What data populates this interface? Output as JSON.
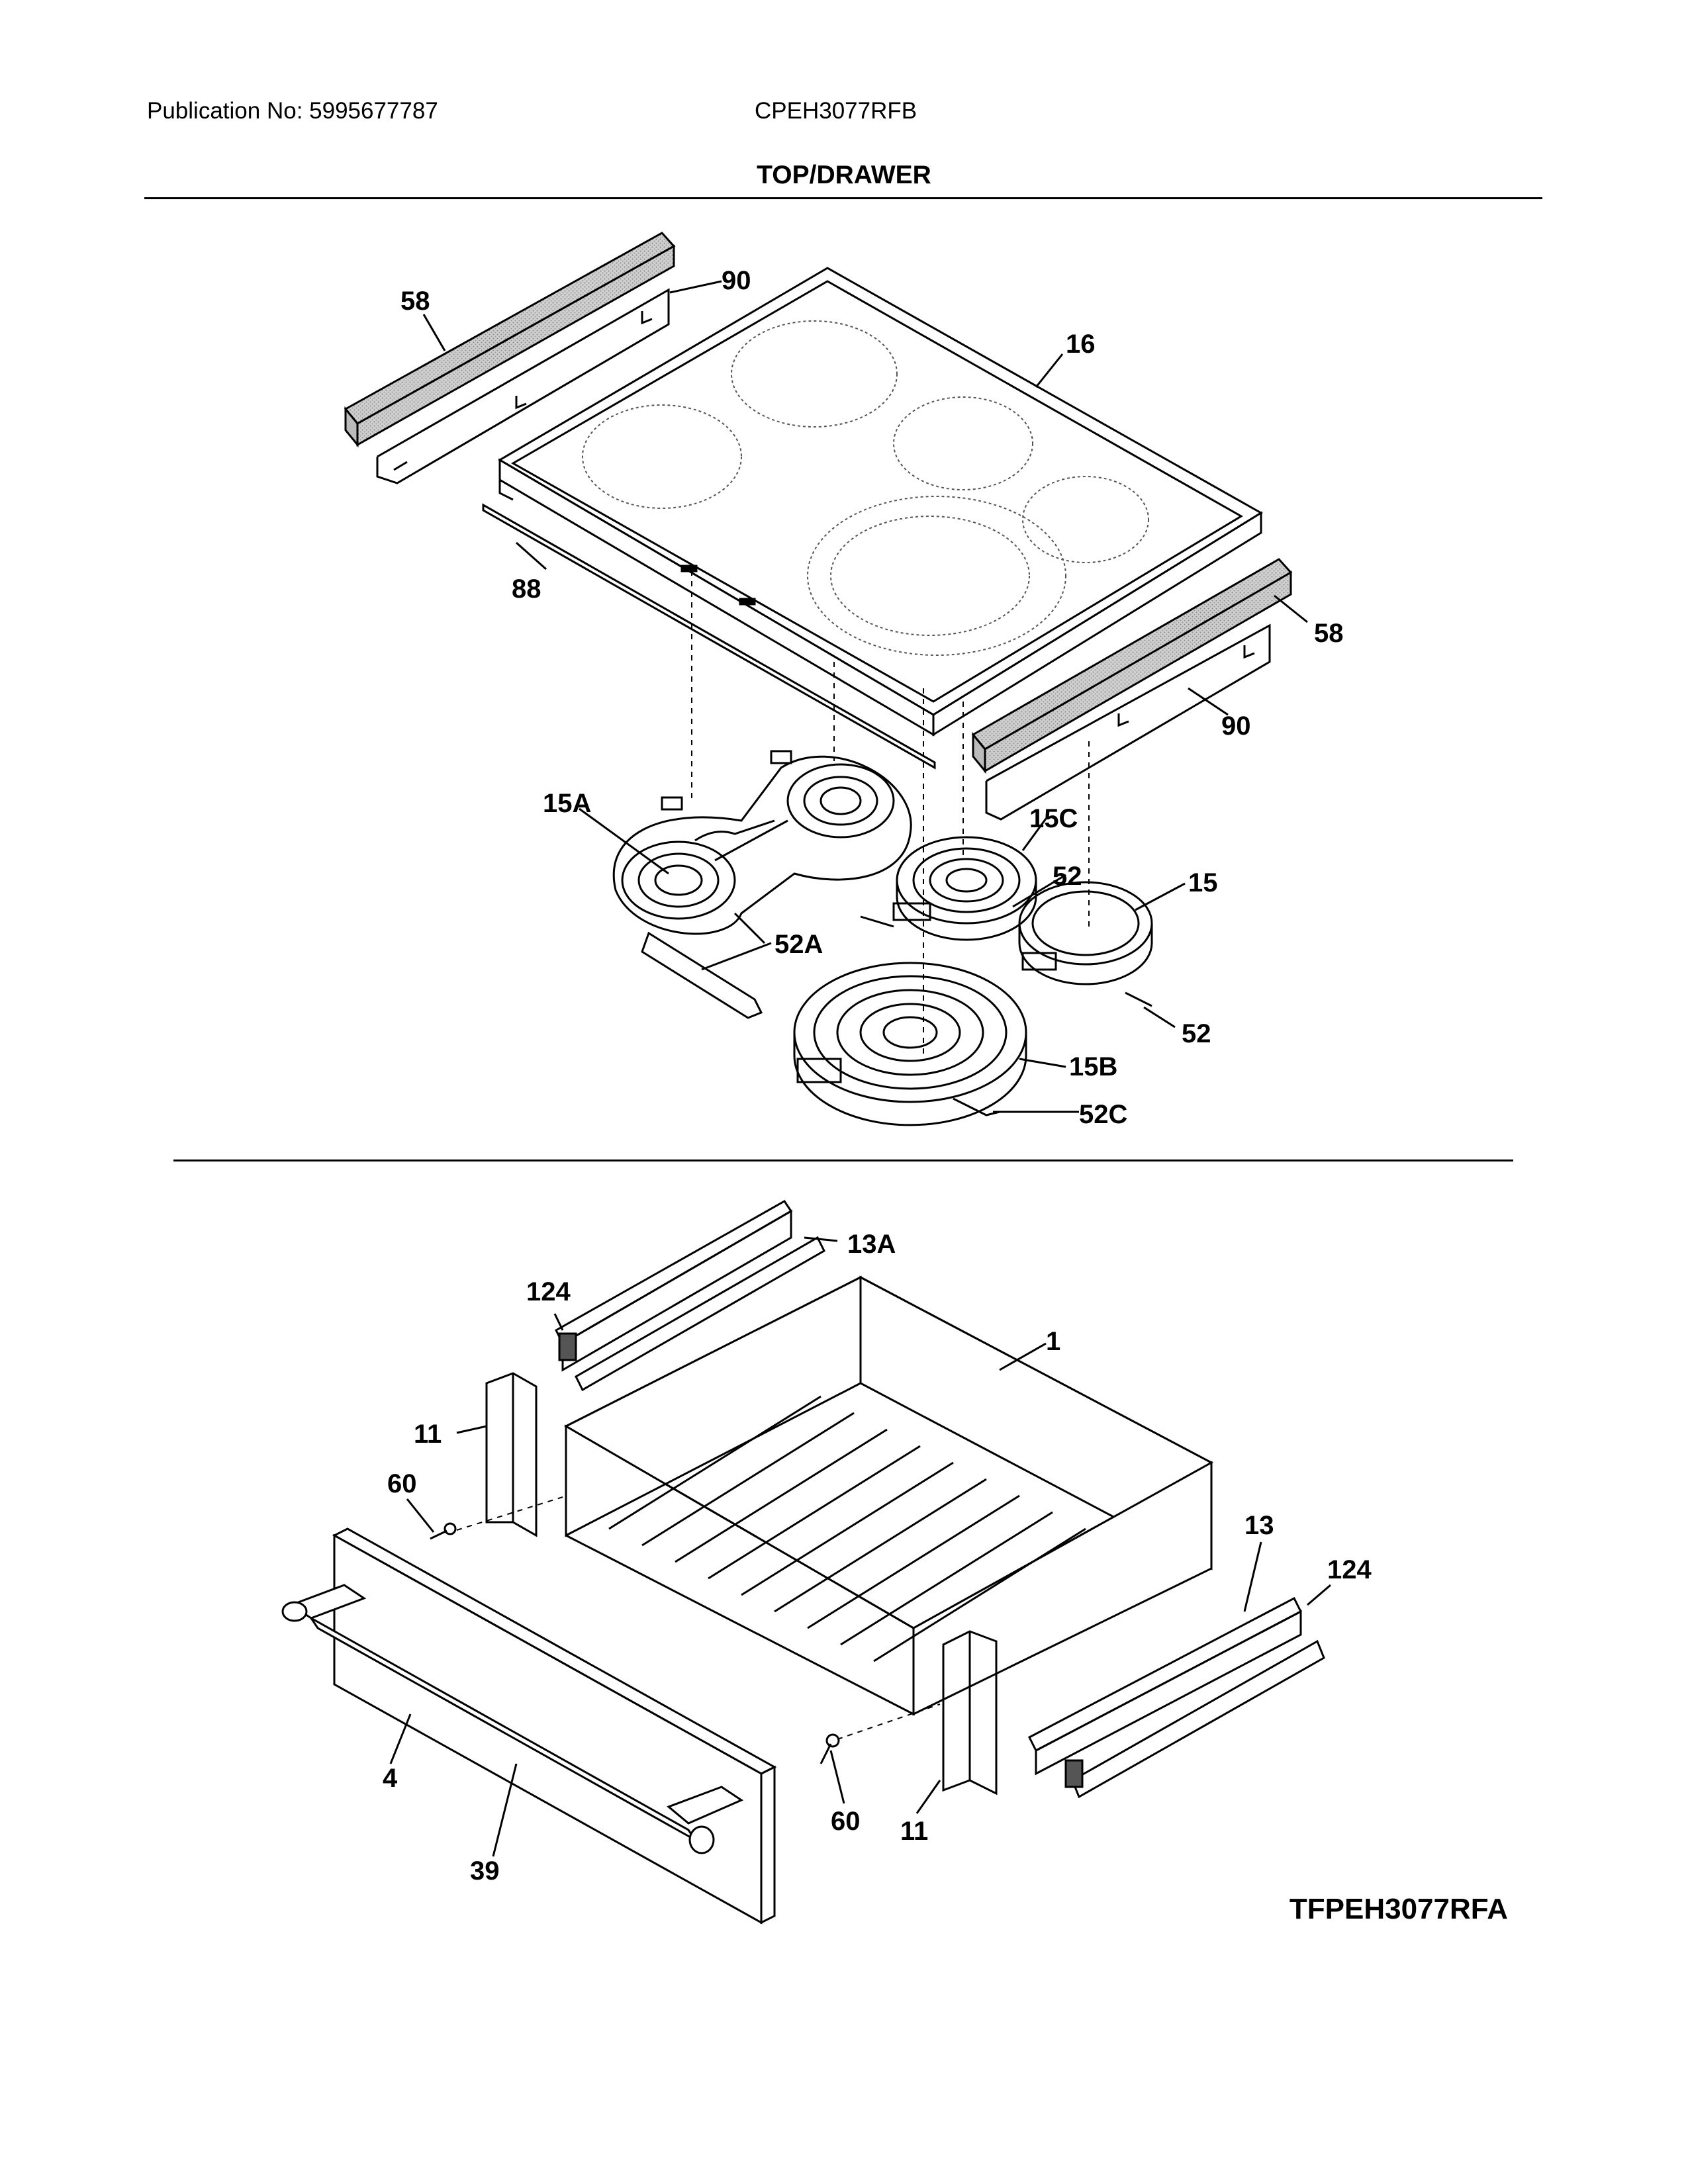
{
  "header": {
    "publication": "Publication No: 5995677787",
    "model": "CPEH3077RFB"
  },
  "title": "TOP/DRAWER",
  "diagram_code": "TFPEH3077RFA",
  "callouts": {
    "top": [
      "58",
      "90",
      "16",
      "88",
      "58",
      "90",
      "15A",
      "15C",
      "52",
      "15",
      "52A",
      "52",
      "15B",
      "52C"
    ],
    "drawer": [
      "124",
      "13A",
      "1",
      "11",
      "60",
      "13",
      "124",
      "4",
      "39",
      "60",
      "11"
    ]
  }
}
